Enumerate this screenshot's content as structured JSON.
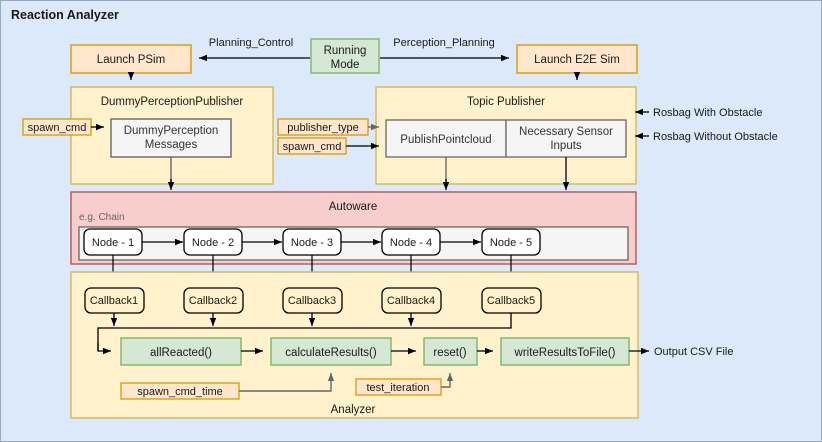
{
  "diagram": {
    "title": "Reaction Analyzer",
    "colors": {
      "canvas_bg": "#dce9fb",
      "orange_fill": "#ffe6cc",
      "orange_stroke": "#d79b00",
      "yellow_fill": "#fff2cc",
      "yellow_stroke": "#d6b656",
      "green_fill": "#d5e8d4",
      "green_stroke": "#82b366",
      "red_fill": "#f8cecc",
      "red_stroke": "#b85450",
      "gray_fill": "#f5f5f5",
      "gray_stroke": "#666666",
      "white_fill": "#ffffff",
      "black_stroke": "#000000"
    },
    "nodes": {
      "launch_psim": "Launch PSim",
      "running_mode": "Running\nMode",
      "running_mode_line1": "Running",
      "running_mode_line2": "Mode",
      "launch_e2e": "Launch E2E Sim",
      "dummy_perception_publisher": "DummyPerceptionPublisher",
      "dummy_perception_messages_line1": "DummyPerception",
      "dummy_perception_messages_line2": "Messages",
      "topic_publisher": "Topic Publisher",
      "publish_pointcloud": "PublishPointcloud",
      "necessary_sensor_inputs_line1": "Necessary Sensor",
      "necessary_sensor_inputs_line2": "Inputs",
      "autoware": "Autoware",
      "eg_chain": "e.g. Chain",
      "analyzer": "Analyzer"
    },
    "edge_labels": {
      "planning_control": "Planning_Control",
      "perception_planning": "Perception_Planning",
      "rosbag_with_obstacle": "Rosbag With Obstacle",
      "rosbag_without_obstacle": "Rosbag Without Obstacle",
      "output_csv_file": "Output CSV File"
    },
    "params": {
      "spawn_cmd_left": "spawn_cmd",
      "publisher_type": "publisher_type",
      "spawn_cmd_right": "spawn_cmd",
      "spawn_cmd_time": "spawn_cmd_time",
      "test_iteration": "test_iteration"
    },
    "chain_nodes": [
      "Node - 1",
      "Node - 2",
      "Node - 3",
      "Node - 4",
      "Node - 5"
    ],
    "callbacks": [
      "Callback1",
      "Callback2",
      "Callback3",
      "Callback4",
      "Callback5"
    ],
    "analyzer_steps": [
      "allReacted()",
      "calculateResults()",
      "reset()",
      "writeResultsToFile()"
    ]
  }
}
